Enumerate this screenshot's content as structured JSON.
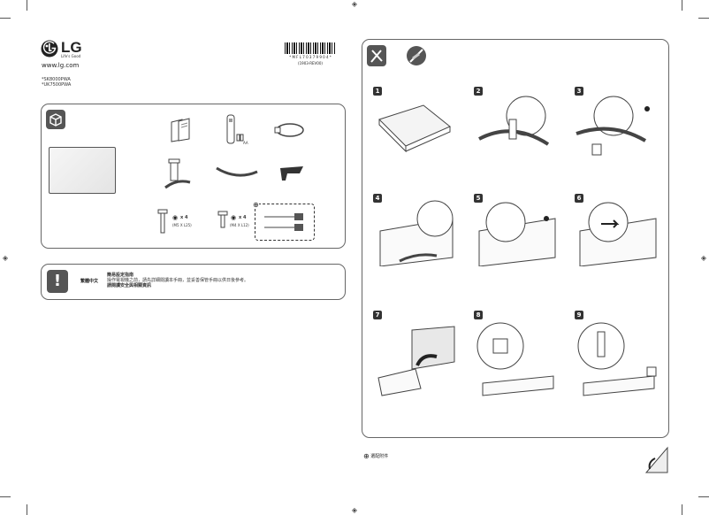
{
  "brand": {
    "logo_text": "LG",
    "tagline": "Life's Good",
    "website": "www.lg.com"
  },
  "models": [
    "*SK8000PWA",
    "*UK7500PWA"
  ],
  "barcode": {
    "code_text": "* M F L 7 0 3 7 9 9 0 4 *",
    "sub_text": "(1903-REV00)"
  },
  "components": {
    "screw_large": {
      "count": "x 4",
      "spec": "(M5 X L25)"
    },
    "screw_small": {
      "count": "x 4",
      "spec": "(M4 X L12)"
    },
    "cable_label": "AA"
  },
  "caution": {
    "lang": "繁體中文",
    "line1": "簡易設定指南",
    "line2": "操作電視機之前，請先詳細閱讀本手冊，並妥善保管手冊以供日後參考。",
    "line3": "請閱讀安全與相關資訊"
  },
  "steps": [
    "1",
    "2",
    "3",
    "4",
    "5",
    "6",
    "7",
    "8",
    "9"
  ],
  "footnote": "選配附件",
  "colors": {
    "border": "#666666",
    "icon_bg": "#555555",
    "step_bg": "#333333"
  }
}
